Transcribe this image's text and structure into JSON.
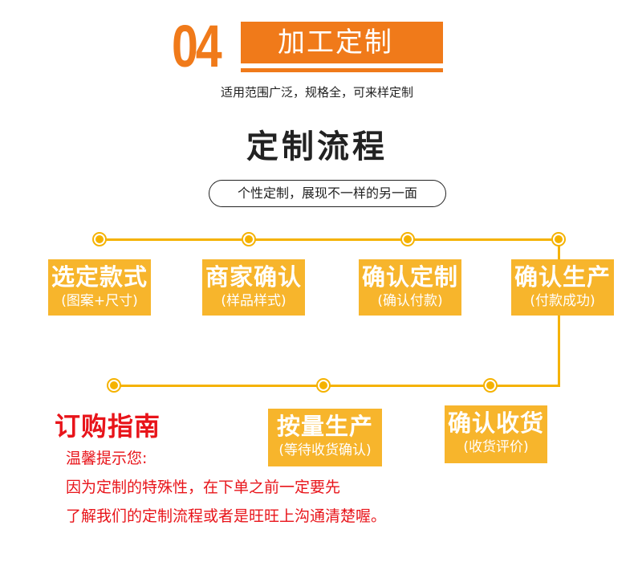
{
  "header": {
    "section_number": "04",
    "section_title": "加工定制",
    "subtitle": "适用范围广泛，规格全，可来样定制"
  },
  "process": {
    "title": "定制流程",
    "tagline": "个性定制，展现不一样的另一面",
    "steps": [
      {
        "title": "选定款式",
        "sub": "(图案+尺寸)"
      },
      {
        "title": "商家确认",
        "sub": "(样品样式)"
      },
      {
        "title": "确认定制",
        "sub": "(确认付款)"
      },
      {
        "title": "确认生产",
        "sub": "(付款成功)"
      },
      {
        "title": "按量生产",
        "sub": "(等待收货确认)"
      },
      {
        "title": "确认收货",
        "sub": "(收货评价)"
      }
    ]
  },
  "guide": {
    "title": "订购指南",
    "lines": [
      "温馨提示您:",
      "因为定制的特殊性，在下单之前一定要先",
      "了解我们的定制流程或者是旺旺上沟通清楚喔。"
    ]
  },
  "colors": {
    "accent_orange": "#f07a1a",
    "step_yellow": "#f7b52c",
    "line_yellow": "#f5b200",
    "warning_red": "#e8141a"
  }
}
